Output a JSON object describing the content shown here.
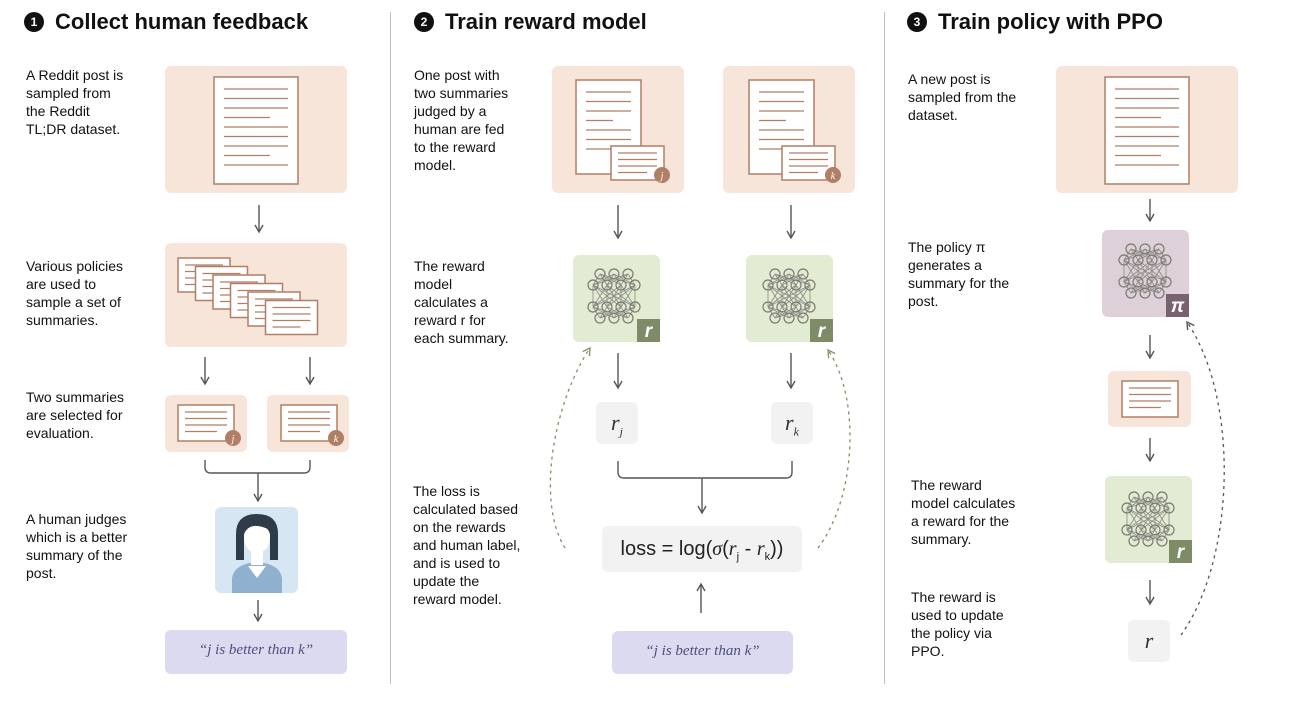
{
  "colors": {
    "peach": "#f7e5da",
    "doc_stroke": "#b07f66",
    "green": "#e1ecd2",
    "green_badge": "#7e8b67",
    "mauve": "#ded0d8",
    "mauve_badge": "#7a6170",
    "lavender": "#dcdaf1",
    "quote_text": "#4a4f7e",
    "gray_box": "#f2f2f2",
    "arrow": "#555555"
  },
  "icons": [
    "document-icon",
    "summary-icon",
    "neural-network-icon",
    "human-icon",
    "down-arrow-icon",
    "up-arrow-icon",
    "bracket-icon",
    "dashed-curve-arrow-icon"
  ],
  "steps": [
    {
      "number": "1",
      "title": "Collect human feedback",
      "descriptions": [
        "A Reddit post is\nsampled from\nthe Reddit\nTL;DR dataset.",
        "Various policies\nare used to\nsample a set of\nsummaries.",
        "Two summaries\nare selected for\nevaluation.",
        "A human judges\nwhich is a better\nsummary of the\npost."
      ],
      "badges": [
        "j",
        "k"
      ],
      "judgement": "“j is better than k”"
    },
    {
      "number": "2",
      "title": "Train reward model",
      "descriptions": [
        "One post with\ntwo summaries\njudged by a\nhuman are fed\nto the reward\nmodel.",
        "The reward\nmodel\ncalculates a\nreward r for\neach summary.",
        "The loss is\ncalculated based\non the rewards\nand human label,\nand is used to\nupdate the\nreward model."
      ],
      "badges": [
        "j",
        "k"
      ],
      "model_badge": "r",
      "reward_symbol": "r",
      "reward_subscripts": [
        "j",
        "k"
      ],
      "loss": {
        "prefix": "loss = log(",
        "sigma": "σ",
        "open": "(",
        "r": "r",
        "sub_j": "j",
        "minus": " - ",
        "sub_k": "k",
        "close": "))"
      },
      "judgement": "“j is better than k”"
    },
    {
      "number": "3",
      "title": "Train policy with PPO",
      "descriptions": [
        "A new post is\nsampled from the\ndataset.",
        "The policy π\ngenerates a\nsummary for the\npost.",
        "The reward\nmodel calculates\na reward for the\nsummary.",
        "The reward is\nused to update\nthe policy via\nPPO."
      ],
      "policy_badge": "π",
      "model_badge": "r",
      "reward_symbol": "r"
    }
  ]
}
